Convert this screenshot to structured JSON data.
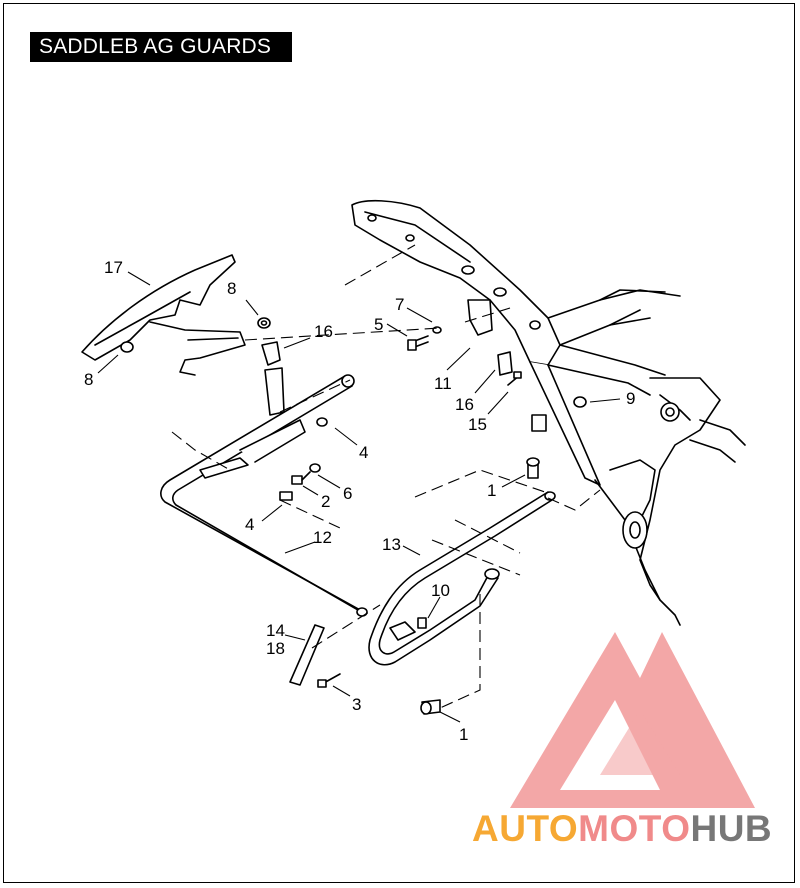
{
  "title": "SADDLEB AG GUARDS",
  "callouts": [
    "17",
    "8",
    "8",
    "16",
    "7",
    "5",
    "11",
    "16",
    "15",
    "9",
    "4",
    "6",
    "2",
    "4",
    "1",
    "12",
    "13",
    "10",
    "14",
    "18",
    "3",
    "1"
  ],
  "watermark": {
    "part1": "AUTO",
    "part2": "MOTO",
    "part3": "HUB",
    "colors": {
      "orange": "#f6a833",
      "pink": "#f08a8a",
      "gray": "#777777"
    }
  }
}
